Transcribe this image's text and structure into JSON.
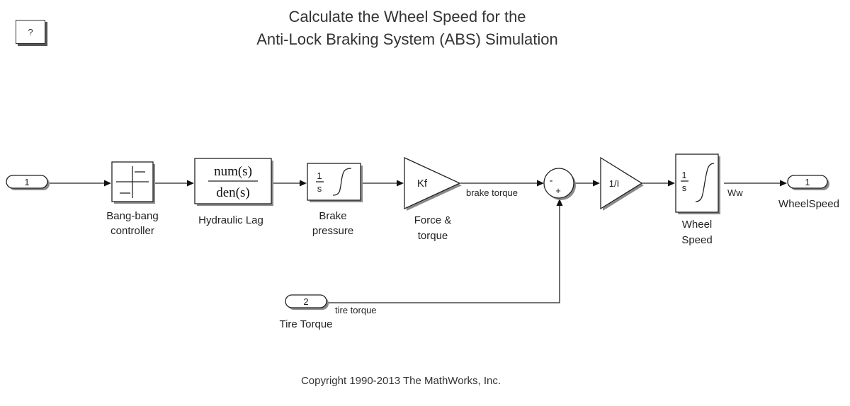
{
  "help_button": {
    "label": "?"
  },
  "title": {
    "line1": "Calculate the Wheel Speed for the",
    "line2": "Anti-Lock Braking System (ABS) Simulation"
  },
  "inport1": {
    "number": "1"
  },
  "inport2": {
    "number": "2",
    "label": "Tire Torque"
  },
  "outport1": {
    "number": "1",
    "label": "WheelSpeed"
  },
  "bang_bang": {
    "label_line1": "Bang-bang",
    "label_line2": "controller"
  },
  "hydraulic_lag": {
    "numerator": "num(s)",
    "denominator": "den(s)",
    "label": "Hydraulic Lag"
  },
  "brake_pressure": {
    "num": "1",
    "den": "s",
    "label_line1": "Brake",
    "label_line2": "pressure"
  },
  "force_torque": {
    "gain": "Kf",
    "label_line1": "Force &",
    "label_line2": "torque"
  },
  "sum": {
    "sign_top": "-",
    "sign_bottom": "+"
  },
  "inertia_gain": {
    "gain": "1/I"
  },
  "wheel_speed": {
    "num": "1",
    "den": "s",
    "label_line1": "Wheel",
    "label_line2": "Speed"
  },
  "signals": {
    "brake_torque": "brake torque",
    "tire_torque": "tire torque",
    "ww": "Ww"
  },
  "copyright": "Copyright 1990-2013 The MathWorks, Inc."
}
